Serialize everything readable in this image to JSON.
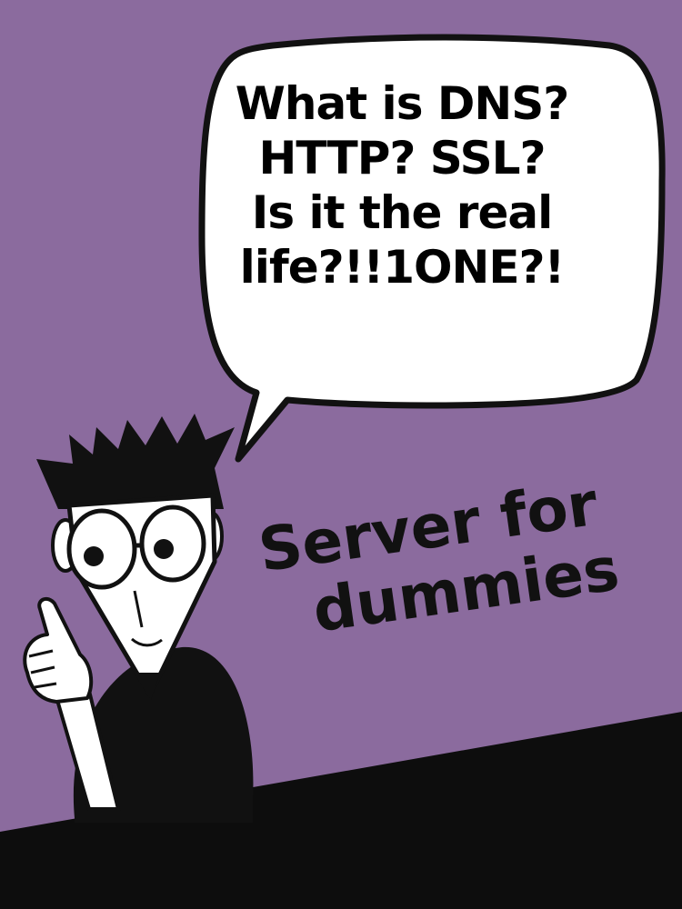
{
  "speech_bubble": {
    "lines": [
      "What is DNS?",
      "HTTP? SSL?",
      "Is it the real",
      "life?!!1ONE?!"
    ]
  },
  "title": {
    "line1": "Server for",
    "line2": "dummies"
  },
  "colors": {
    "background": "#8b6b9e",
    "ink": "#111111",
    "bubble_fill": "#ffffff"
  },
  "icons": {
    "character": "dummies-guy-pointing-icon",
    "speech_bubble": "speech-bubble-icon"
  }
}
